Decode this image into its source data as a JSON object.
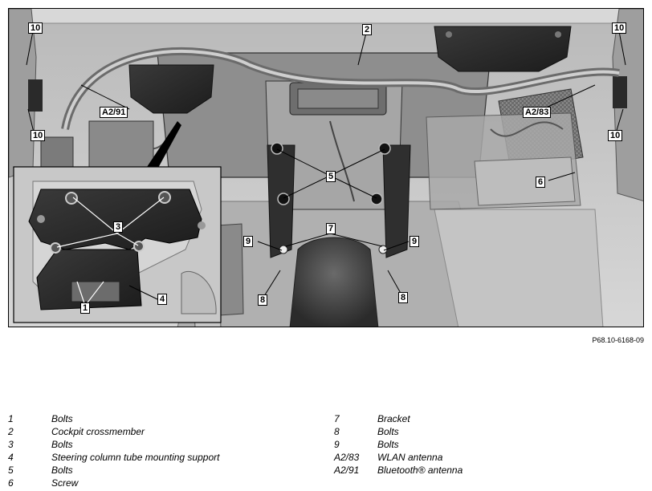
{
  "figure": {
    "reference": "P68.10-6168-09",
    "callouts": {
      "c10_tl": "10",
      "c10_ml": "10",
      "c10_tr": "10",
      "c10_mr": "10",
      "c2": "2",
      "a291": "A2/91",
      "a283": "A2/83",
      "c5": "5",
      "c6": "6",
      "c7": "7",
      "c9_l": "9",
      "c9_r": "9",
      "c8_l": "8",
      "c8_r": "8",
      "c3": "3",
      "c1": "1",
      "c4": "4"
    }
  },
  "legend": {
    "left": [
      {
        "num": "1",
        "text": "Bolts"
      },
      {
        "num": "2",
        "text": "Cockpit crossmember"
      },
      {
        "num": "3",
        "text": "Bolts"
      },
      {
        "num": "4",
        "text": "Steering column tube mounting support"
      },
      {
        "num": "5",
        "text": "Bolts"
      },
      {
        "num": "6",
        "text": "Screw"
      }
    ],
    "right": [
      {
        "num": "7",
        "text": "Bracket"
      },
      {
        "num": "8",
        "text": "Bolts"
      },
      {
        "num": "9",
        "text": "Bolts"
      },
      {
        "num": "A2/83",
        "text": "WLAN antenna"
      },
      {
        "num": "A2/91",
        "text": "Bluetooth® antenna"
      }
    ]
  }
}
